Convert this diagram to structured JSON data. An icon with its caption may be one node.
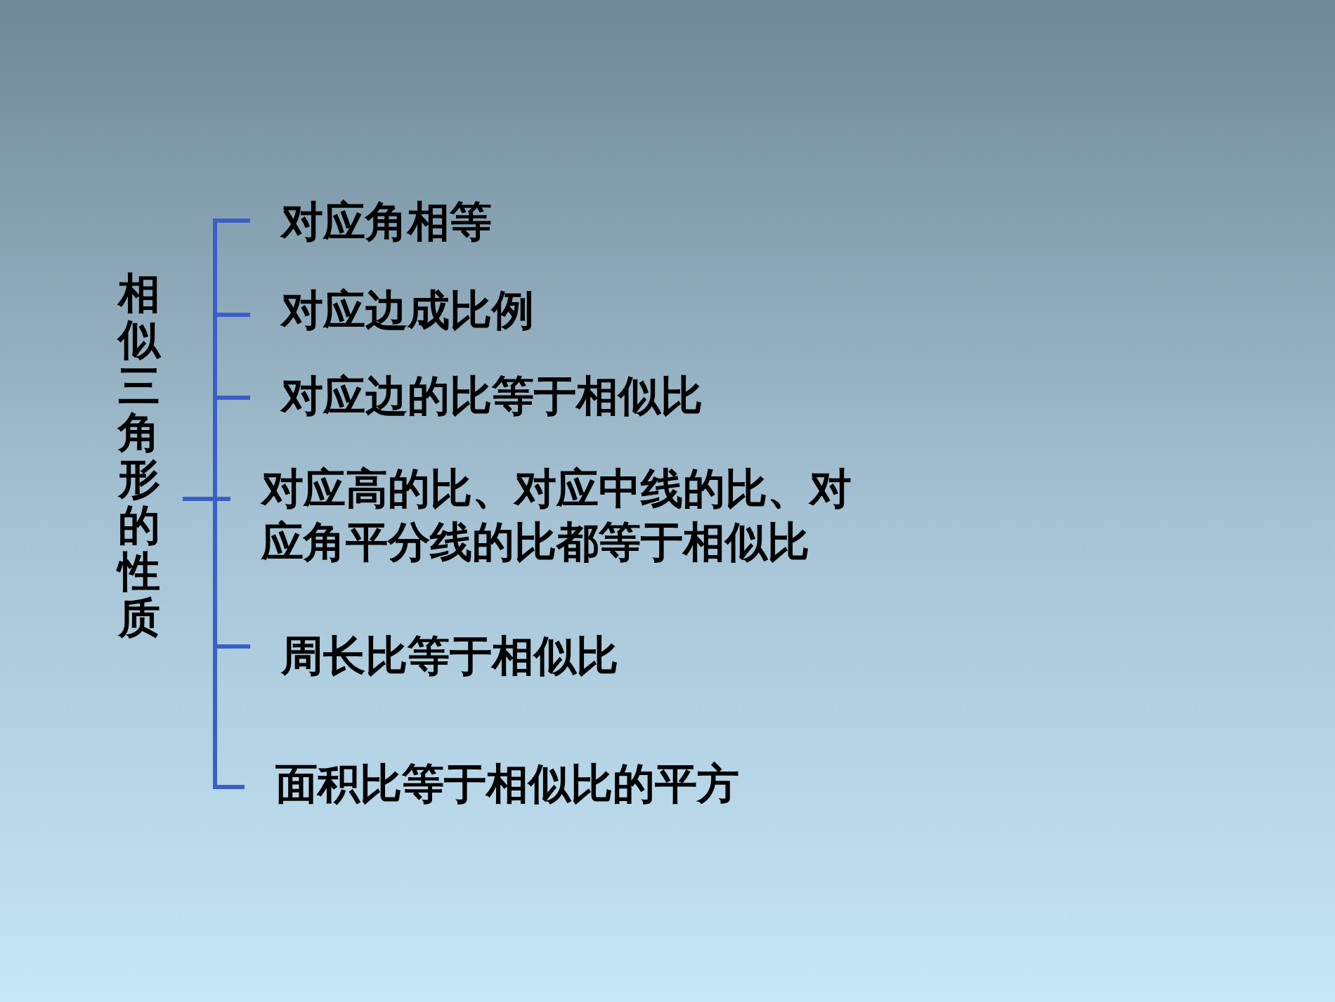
{
  "diagram": {
    "nodes": [
      {
        "text": [
          "相似三角形的性质"
        ]
      },
      {
        "text": [
          "对应角相等"
        ]
      },
      {
        "text": [
          "对应边成比例"
        ]
      },
      {
        "text": [
          "对应边的比等于相似比"
        ]
      },
      {
        "text": [
          "对应高的比、对应中线的比、对应角平分线的比都等于相似比"
        ]
      },
      {
        "text": [
          "周长比等于相似比"
        ]
      },
      {
        "text": [
          "面积比等于相似比的平方"
        ]
      }
    ],
    "edges": [
      {
        "from": 0,
        "to": 1,
        "arrow": "none"
      },
      {
        "from": 0,
        "to": 2,
        "arrow": "none"
      },
      {
        "from": 0,
        "to": 3,
        "arrow": "none"
      },
      {
        "from": 0,
        "to": 4,
        "arrow": "none"
      },
      {
        "from": 0,
        "to": 5,
        "arrow": "none"
      },
      {
        "from": 0,
        "to": 6,
        "arrow": "none"
      }
    ]
  }
}
